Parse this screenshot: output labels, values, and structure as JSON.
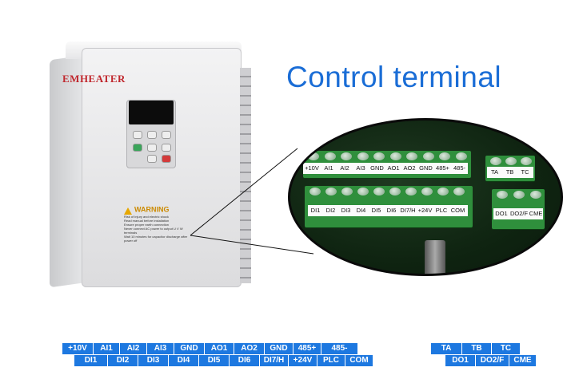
{
  "title": "Control terminal",
  "drive": {
    "brand": "EMHEATER",
    "warning_title": "WARNING",
    "warning_lines": [
      "Risk of injury and electric shock",
      "Read manual before installation",
      "Ensure proper earth connection",
      "Never connect AC power to output U V W terminals",
      "Wait 10 minutes for capacitor discharge after power off"
    ]
  },
  "zoom": {
    "upper_labels": [
      "+10V",
      "AI1",
      "AI2",
      "AI3",
      "GND",
      "AO1",
      "AO2",
      "GND",
      "485+",
      "485-"
    ],
    "lower_labels": [
      "DI1",
      "DI2",
      "DI3",
      "DI4",
      "DI5",
      "DI6",
      "DI7/H",
      "+24V",
      "PLC",
      "COM"
    ],
    "relay_upper_labels": [
      "TA",
      "TB",
      "TC"
    ],
    "relay_lower_labels": [
      "DO1",
      "DO2/F",
      "CME"
    ]
  },
  "legend": {
    "upper_row": [
      "+10V",
      "AI1",
      "AI2",
      "AI3",
      "GND",
      "AO1",
      "AO2",
      "GND",
      "485+",
      "485-"
    ],
    "lower_row": [
      "DI1",
      "DI2",
      "DI3",
      "DI4",
      "DI5",
      "DI6",
      "DI7/H",
      "+24V",
      "PLC",
      "COM"
    ],
    "relay_upper_row": [
      "TA",
      "TB",
      "TC"
    ],
    "relay_lower_row": [
      "DO1",
      "DO2/F",
      "CME"
    ]
  },
  "colors": {
    "title": "#1a6dd6",
    "legend_bar": "#1d78e0",
    "terminal_green": "#2f8f3c",
    "brand_red": "#c0272d"
  }
}
